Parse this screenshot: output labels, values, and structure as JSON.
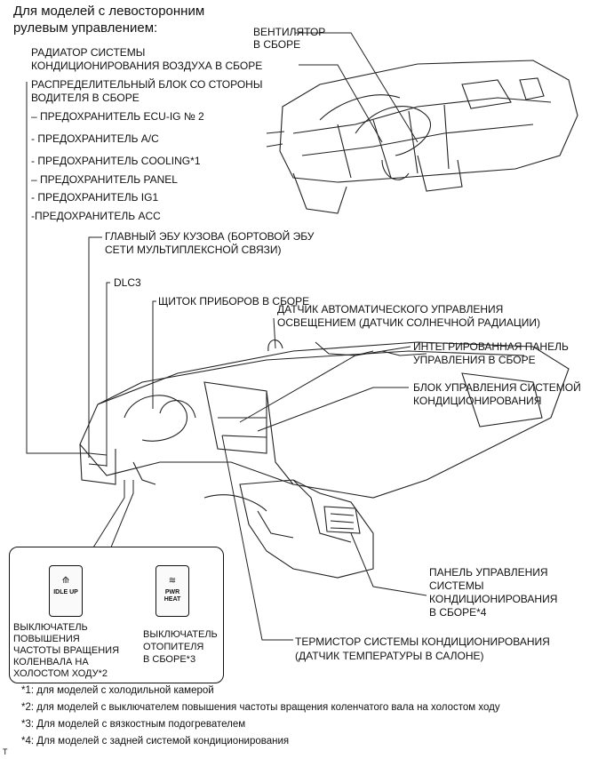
{
  "header": {
    "line1": "Для моделей с левосторонним",
    "line2": "рулевым управлением:"
  },
  "labels": {
    "fan": [
      "ВЕНТИЛЯТОР",
      "В СБОРЕ"
    ],
    "radiator": [
      "РАДИАТОР СИСТЕМЫ",
      "КОНДИЦИОНИРОВАНИЯ ВОЗДУХА В СБОРЕ"
    ],
    "junction_block": [
      "РАСПРЕДЕЛИТЕЛЬНЫЙ БЛОК СО СТОРОНЫ",
      "ВОДИТЕЛЯ В СБОРЕ"
    ],
    "fuses": [
      "– ПРЕДОХРАНИТЕЛЬ ECU-IG № 2",
      "- ПРЕДОХРАНИТЕЛЬ A/C",
      "- ПРЕДОХРАНИТЕЛЬ COOLING*1",
      "– ПРЕДОХРАНИТЕЛЬ PANEL",
      "- ПРЕДОХРАНИТЕЛЬ IG1",
      "-ПРЕДОХРАНИТЕЛЬ ACC"
    ],
    "body_ecu": [
      "ГЛАВНЫЙ ЭБУ КУЗОВА (БОРТОВОЙ ЭБУ",
      "СЕТИ МУЛЬТИПЛЕКСНОЙ СВЯЗИ)"
    ],
    "dlc3": "DLC3",
    "combination_meter": "ЩИТОК ПРИБОРОВ В СБОРЕ",
    "solar_sensor": [
      "ДАТЧИК АВТОМАТИЧЕСКОГО УПРАВЛЕНИЯ",
      "ОСВЕЩЕНИЕМ (ДАТЧИК СОЛНЕЧНОЙ РАДИАЦИИ)"
    ],
    "integration_panel": [
      "ИНТЕГРИРОВАННАЯ ПАНЕЛЬ",
      "УПРАВЛЕНИЯ В СБОРЕ"
    ],
    "ac_control": [
      "БЛОК УПРАВЛЕНИЯ СИСТЕМОЙ",
      "КОНДИЦИОНИРОВАНИЯ"
    ],
    "rear_panel": [
      "ПАНЕЛЬ УПРАВЛЕНИЯ",
      "СИСТЕМЫ",
      "КОНДИЦИОНИРОВАНИЯ",
      "В СБОРЕ*4"
    ],
    "thermistor": [
      "ТЕРМИСТОР СИСТЕМЫ КОНДИЦИОНИРОВАНИЯ",
      "(ДАТЧИК ТЕМПЕРАТУРЫ В САЛОНЕ)"
    ]
  },
  "inset": {
    "idle_switch": {
      "symbol": "⟰",
      "legend": "IDLE UP",
      "caption": [
        "ВЫКЛЮЧАТЕЛЬ",
        "ПОВЫШЕНИЯ",
        "ЧАСТОТЫ ВРАЩЕНИЯ",
        "КОЛЕНВАЛА НА",
        "ХОЛОСТОМ ХОДУ*2"
      ]
    },
    "heater_switch": {
      "symbol": "≋",
      "legend": "PWR HEAT",
      "caption": [
        "ВЫКЛЮЧАТЕЛЬ",
        "ОТОПИТЕЛЯ",
        "В СБОРЕ*3"
      ]
    }
  },
  "notes": [
    "*1: для моделей с холодильной камерой",
    "*2: для моделей с выключателем повышения частоты вращения коленчатого вала на холостом ходу",
    "*3: Для моделей с вязкостным подогревателем",
    "*4: Для моделей с задней системой кондиционирования"
  ],
  "corner_mark": "T"
}
